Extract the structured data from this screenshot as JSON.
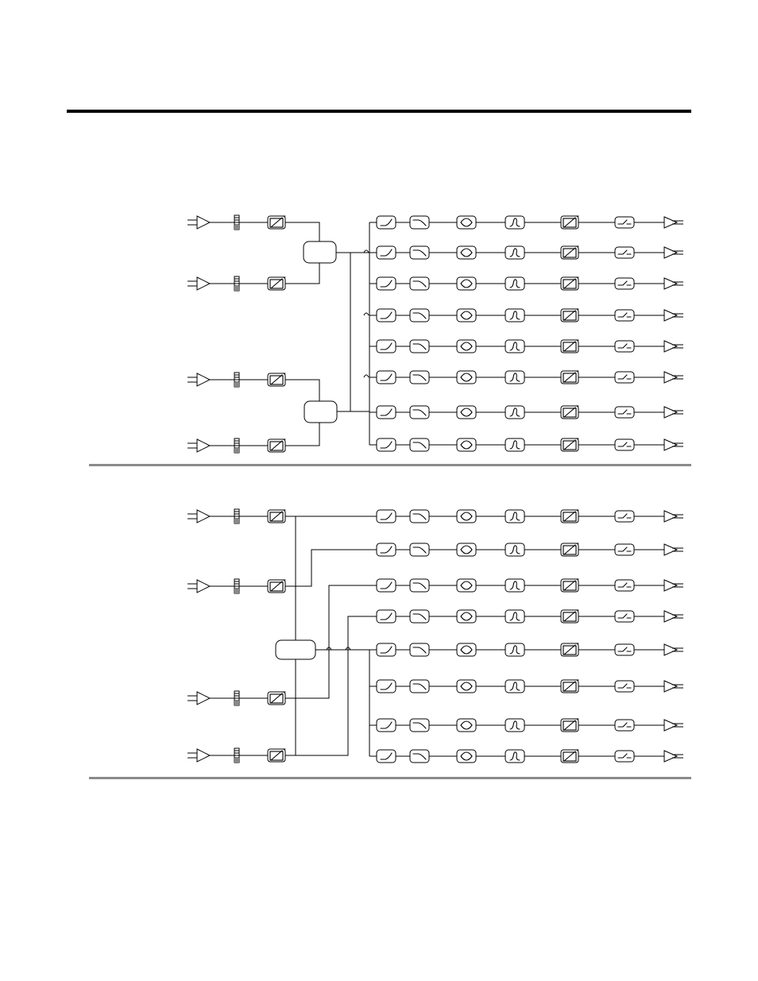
{
  "colors": {
    "ink": "#000000",
    "page": "#ffffff",
    "header_rule": "#000000",
    "section_rule": "#8a8a8a"
  },
  "icons": {
    "input": "input-amplifier-icon",
    "meter": "level-meter-icon",
    "dynamics": "dynamics-processor-icon",
    "mixer": "mixer-matrix-block",
    "highpass": "high-pass-filter-icon",
    "lowpass": "low-pass-filter-icon",
    "eq": "parametric-eq-icon",
    "delay": "delay-icon",
    "limiter": "limiter-icon",
    "mute": "mute-switch-icon",
    "output": "output-amplifier-icon"
  },
  "sections": [
    {
      "id": "configuration-a",
      "inputs": 4,
      "mixers": 2,
      "outputs": 8,
      "output_chain": [
        "highpass",
        "lowpass",
        "eq",
        "delay",
        "limiter",
        "mute",
        "output"
      ]
    },
    {
      "id": "configuration-b",
      "inputs": 4,
      "mixers": 1,
      "outputs": 8,
      "output_chain": [
        "highpass",
        "lowpass",
        "eq",
        "delay",
        "limiter",
        "mute",
        "output"
      ]
    }
  ]
}
